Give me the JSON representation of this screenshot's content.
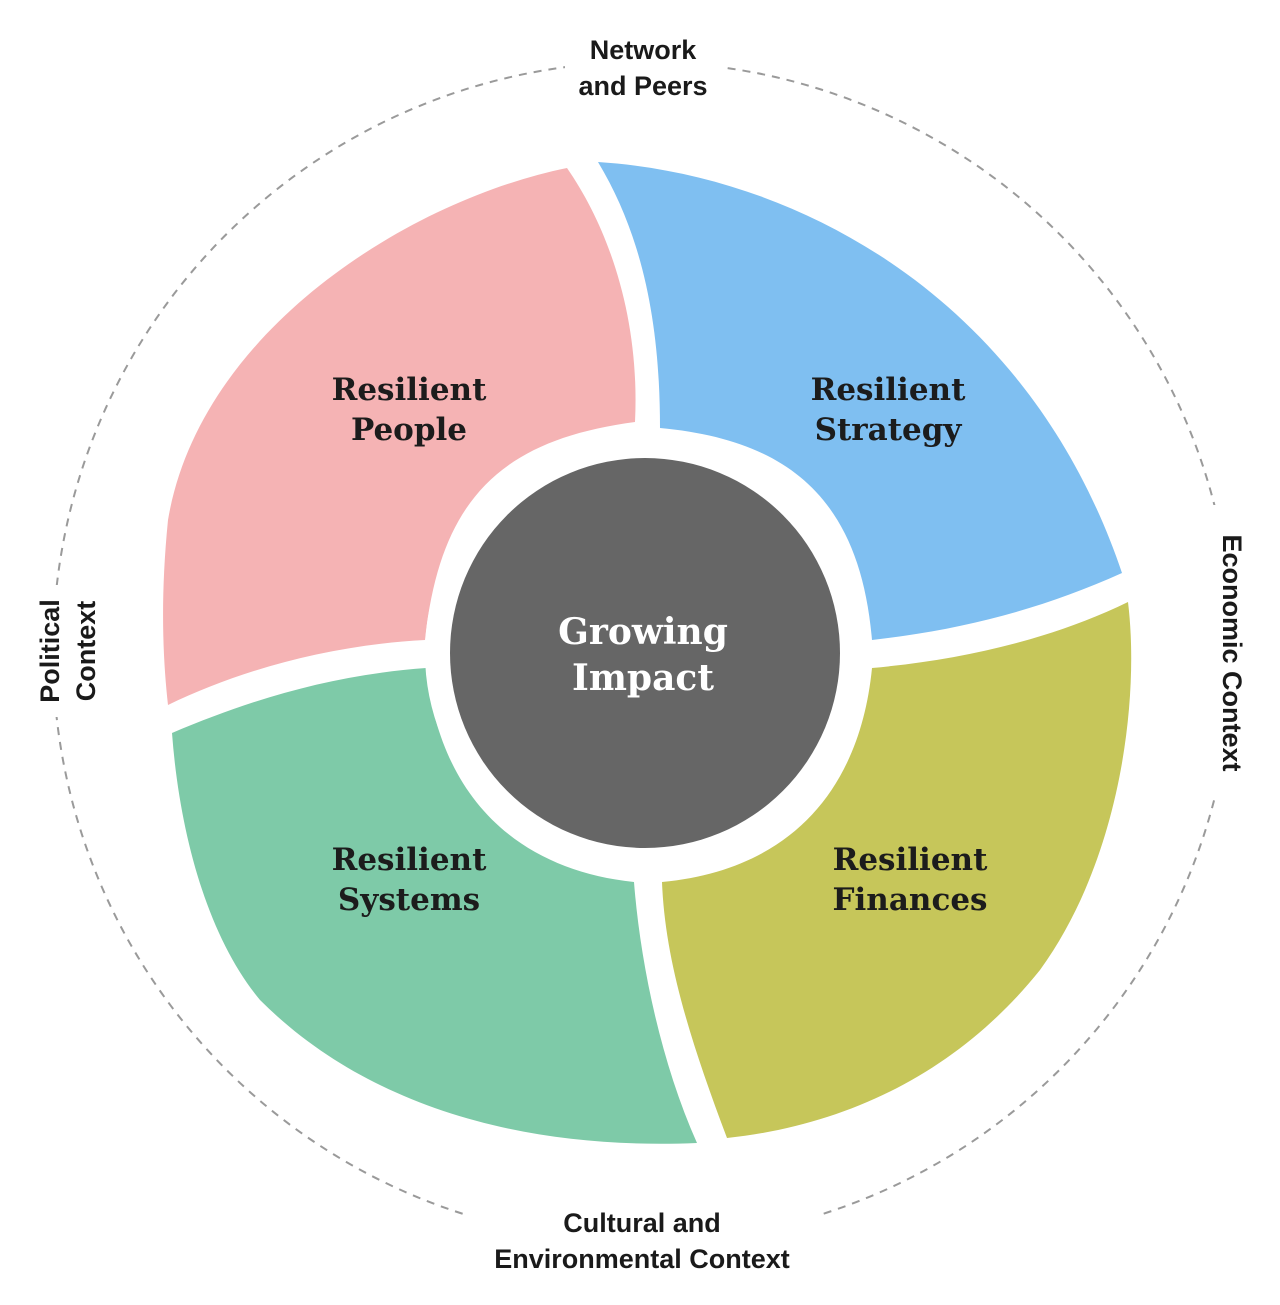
{
  "center": {
    "line1": "Growing",
    "line2": "Impact",
    "color": "#666666"
  },
  "segments": [
    {
      "id": "people",
      "line1": "Resilient",
      "line2": "People",
      "color": "#f5b3b4"
    },
    {
      "id": "strategy",
      "line1": "Resilient",
      "line2": "Strategy",
      "color": "#7fbff1"
    },
    {
      "id": "finances",
      "line1": "Resilient",
      "line2": "Finances",
      "color": "#c6c65a"
    },
    {
      "id": "systems",
      "line1": "Resilient",
      "line2": "Systems",
      "color": "#7ecaa8"
    }
  ],
  "context": {
    "top": {
      "line1": "Network",
      "line2": "and Peers"
    },
    "right": {
      "line1": "Economic Context"
    },
    "bottom": {
      "line1": "Cultural and",
      "line2": "Environmental Context"
    },
    "left": {
      "line1": "Political",
      "line2": "Context"
    }
  }
}
